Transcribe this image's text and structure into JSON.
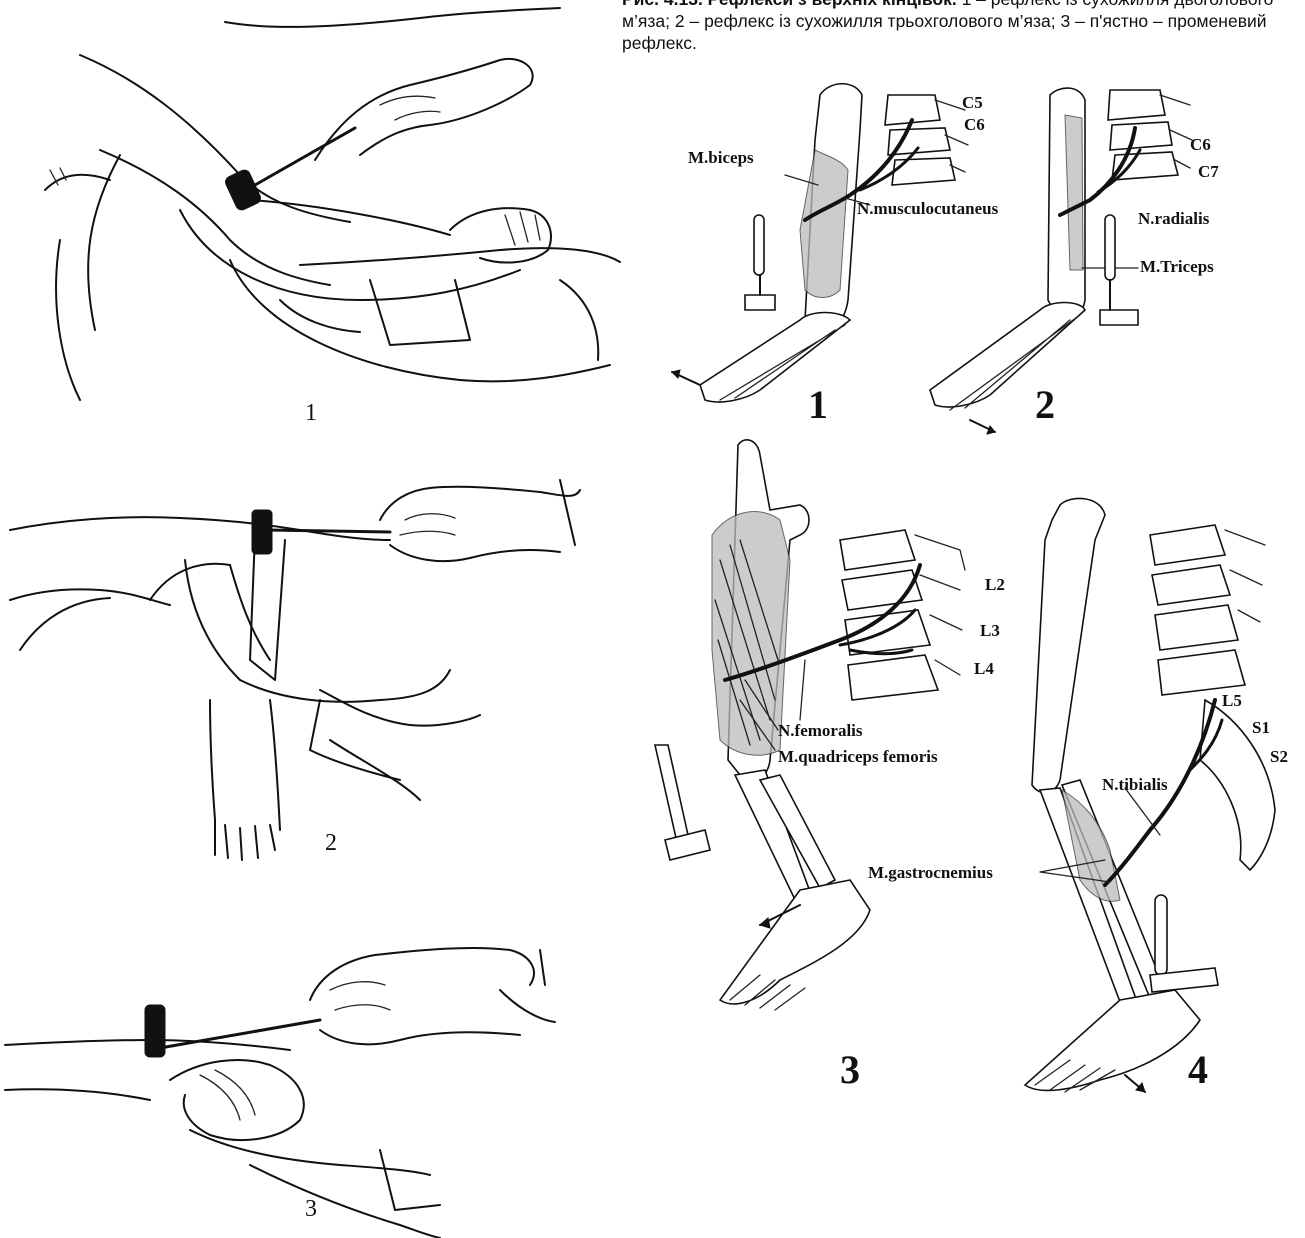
{
  "caption": {
    "bold": "Рис. 4.13. Рефлекси з верхніх кінцівок.",
    "rest": " 1 – рефлекс із сухожилля двоголового м’яза; 2 – рефлекс із сухожилля трьохголового м’яза; 3 – п'ястно – променевий рефлекс."
  },
  "left_panels": {
    "p1": "1",
    "p2": "2",
    "p3": "3"
  },
  "arm_diagrams": {
    "d1": {
      "number": "1",
      "muscle": "M.biceps",
      "nerve": "N.musculocutaneus",
      "seg_a": "C5",
      "seg_b": "C6"
    },
    "d2": {
      "number": "2",
      "muscle": "M.Triceps",
      "nerve": "N.radialis",
      "seg_a": "C6",
      "seg_b": "C7"
    }
  },
  "leg_diagrams": {
    "d3": {
      "number": "3",
      "nerve": "N.femoralis",
      "muscle": "M.quadriceps femoris",
      "seg_a": "L2",
      "seg_b": "L3",
      "seg_c": "L4"
    },
    "d4": {
      "number": "4",
      "nerve": "N.tibialis",
      "muscle": "M.gastrocnemius",
      "seg_a": "L5",
      "seg_b": "S1",
      "seg_c": "S2"
    }
  }
}
